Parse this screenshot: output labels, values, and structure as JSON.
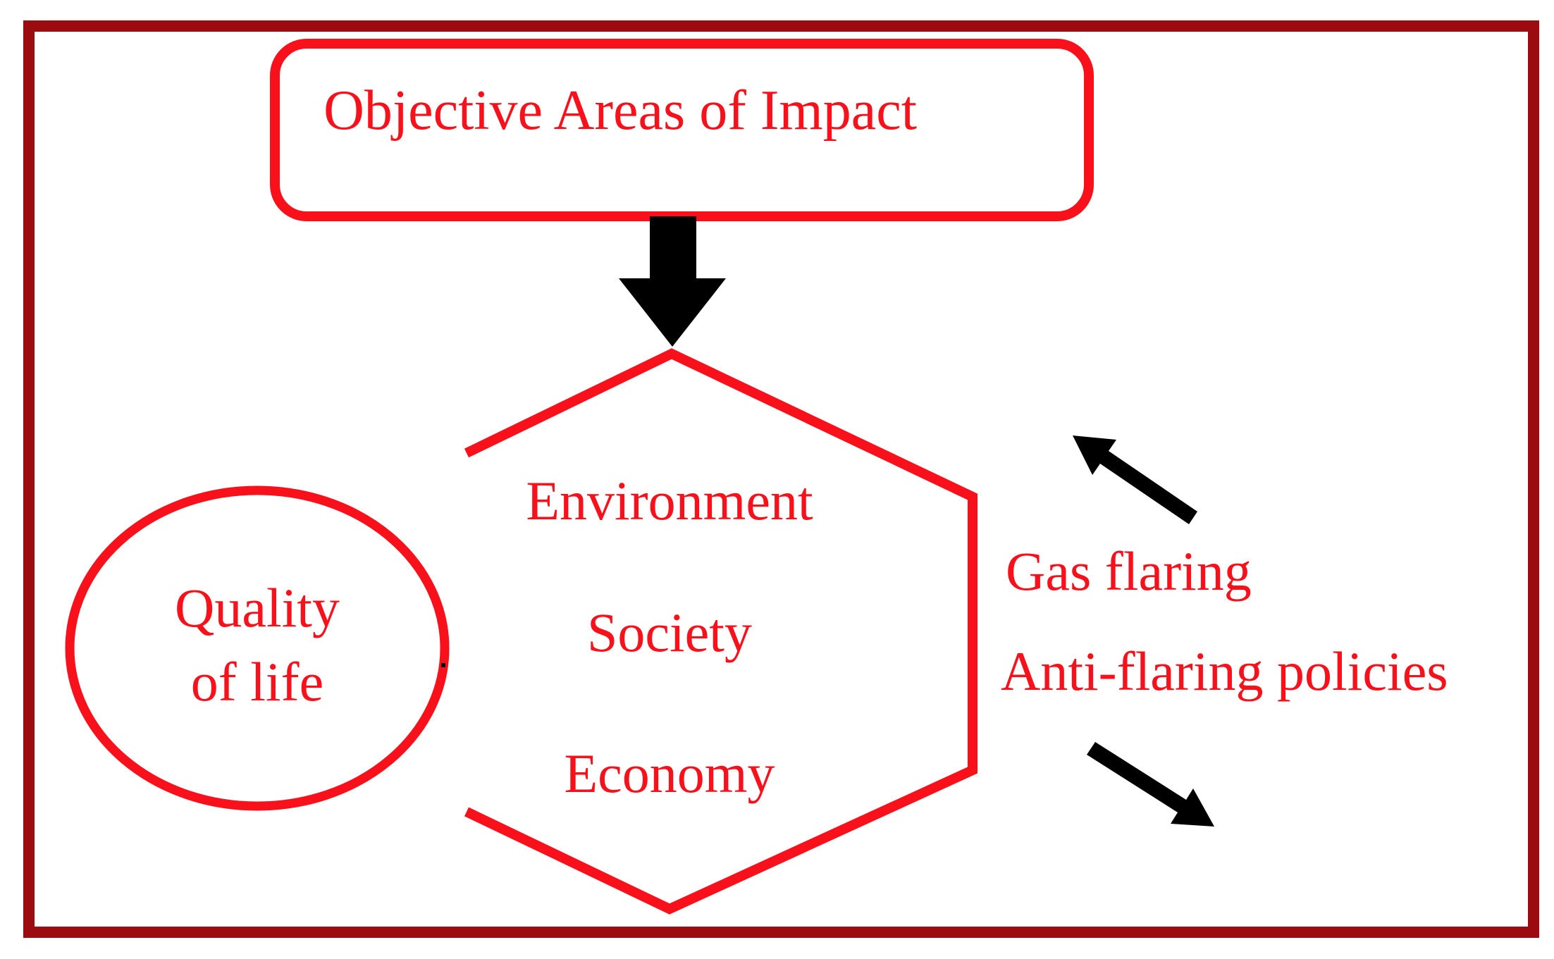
{
  "diagram": {
    "title_box": {
      "label": "Objective Areas of Impact"
    },
    "hexagon": {
      "items": [
        "Environment",
        "Society",
        "Economy"
      ]
    },
    "circle": {
      "line1": "Quality",
      "line2": "of life"
    },
    "right_labels": {
      "gas_flaring": "Gas flaring",
      "anti_flaring": "Anti-flaring policies"
    },
    "colors": {
      "accent_red": "#F8101B",
      "border_maroon": "#9C0B10",
      "arrow_black": "#000000"
    }
  }
}
